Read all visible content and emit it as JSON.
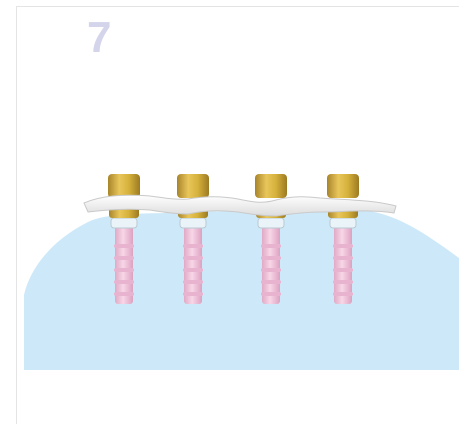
{
  "step": {
    "number": "7"
  },
  "illustration": {
    "subject": "implant-bar-on-four-implants",
    "implant_count": 4,
    "colors": {
      "step_number": "#d4d4ea",
      "gum": "#cde9f9",
      "implant": "#f4c8de",
      "implant_shade": "#e0a9c6",
      "abutment_gold": "#d6b23c",
      "abutment_gold_dark": "#a8842a",
      "bar": "#f2f2f2",
      "bar_outline": "#c9c9c9"
    }
  }
}
